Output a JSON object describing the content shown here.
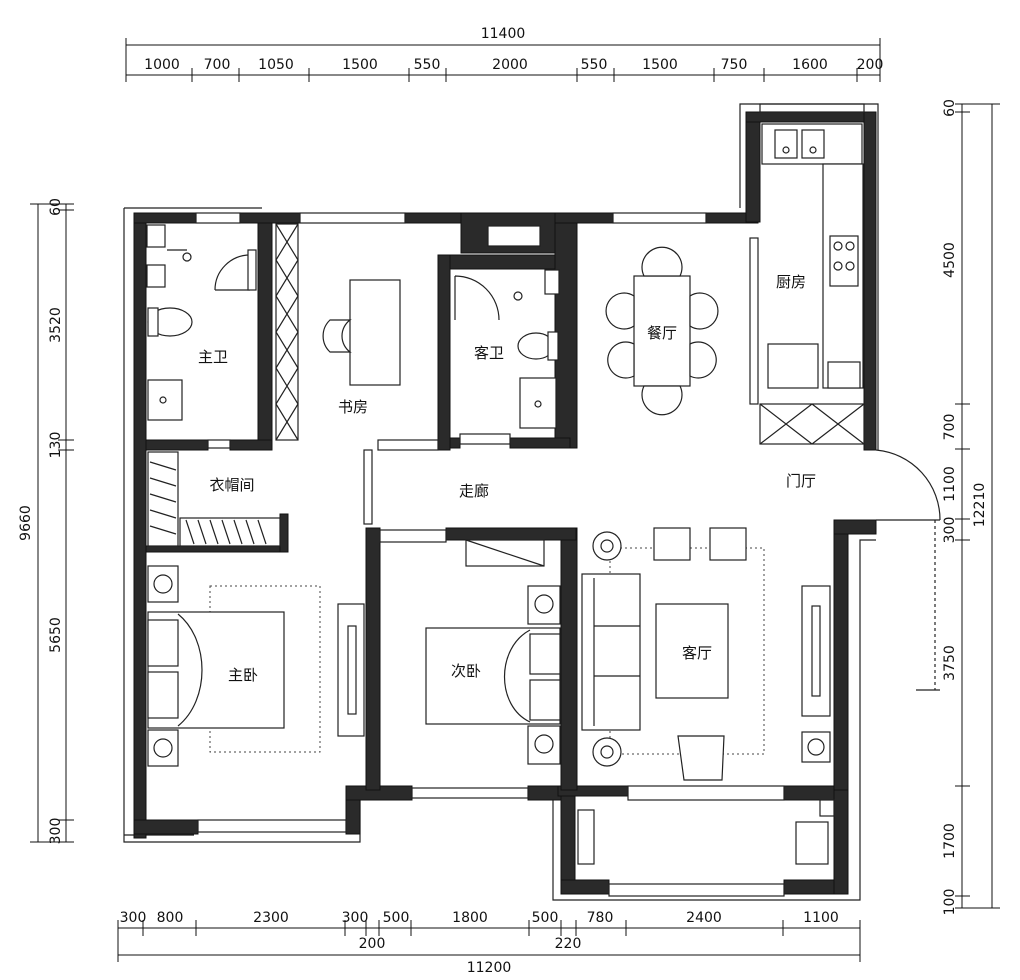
{
  "dimensions": {
    "top_total": "11400",
    "top_segments": [
      "1000",
      "700",
      "1050",
      "1500",
      "550",
      "2000",
      "550",
      "1500",
      "750",
      "1600",
      "200"
    ],
    "bottom_total": "11200",
    "bottom_segments_row1": [
      "300",
      "800",
      "2300",
      "300",
      "500",
      "1800",
      "500",
      "780",
      "2400",
      "1100"
    ],
    "bottom_segments_row2": [
      "200",
      "220"
    ],
    "left_total": "9660",
    "left_segments": [
      "60",
      "3520",
      "130",
      "5650",
      "300"
    ],
    "right_total": "12210",
    "right_segments": [
      "60",
      "4500",
      "700",
      "1100",
      "300",
      "3750",
      "1700",
      "100"
    ]
  },
  "rooms": {
    "master_bath": "主卫",
    "study": "书房",
    "guest_bath": "客卫",
    "dining": "餐厅",
    "kitchen": "厨房",
    "cloakroom": "衣帽间",
    "corridor": "走廊",
    "foyer": "门厅",
    "master_bedroom": "主卧",
    "second_bedroom": "次卧",
    "living_room": "客厅"
  }
}
